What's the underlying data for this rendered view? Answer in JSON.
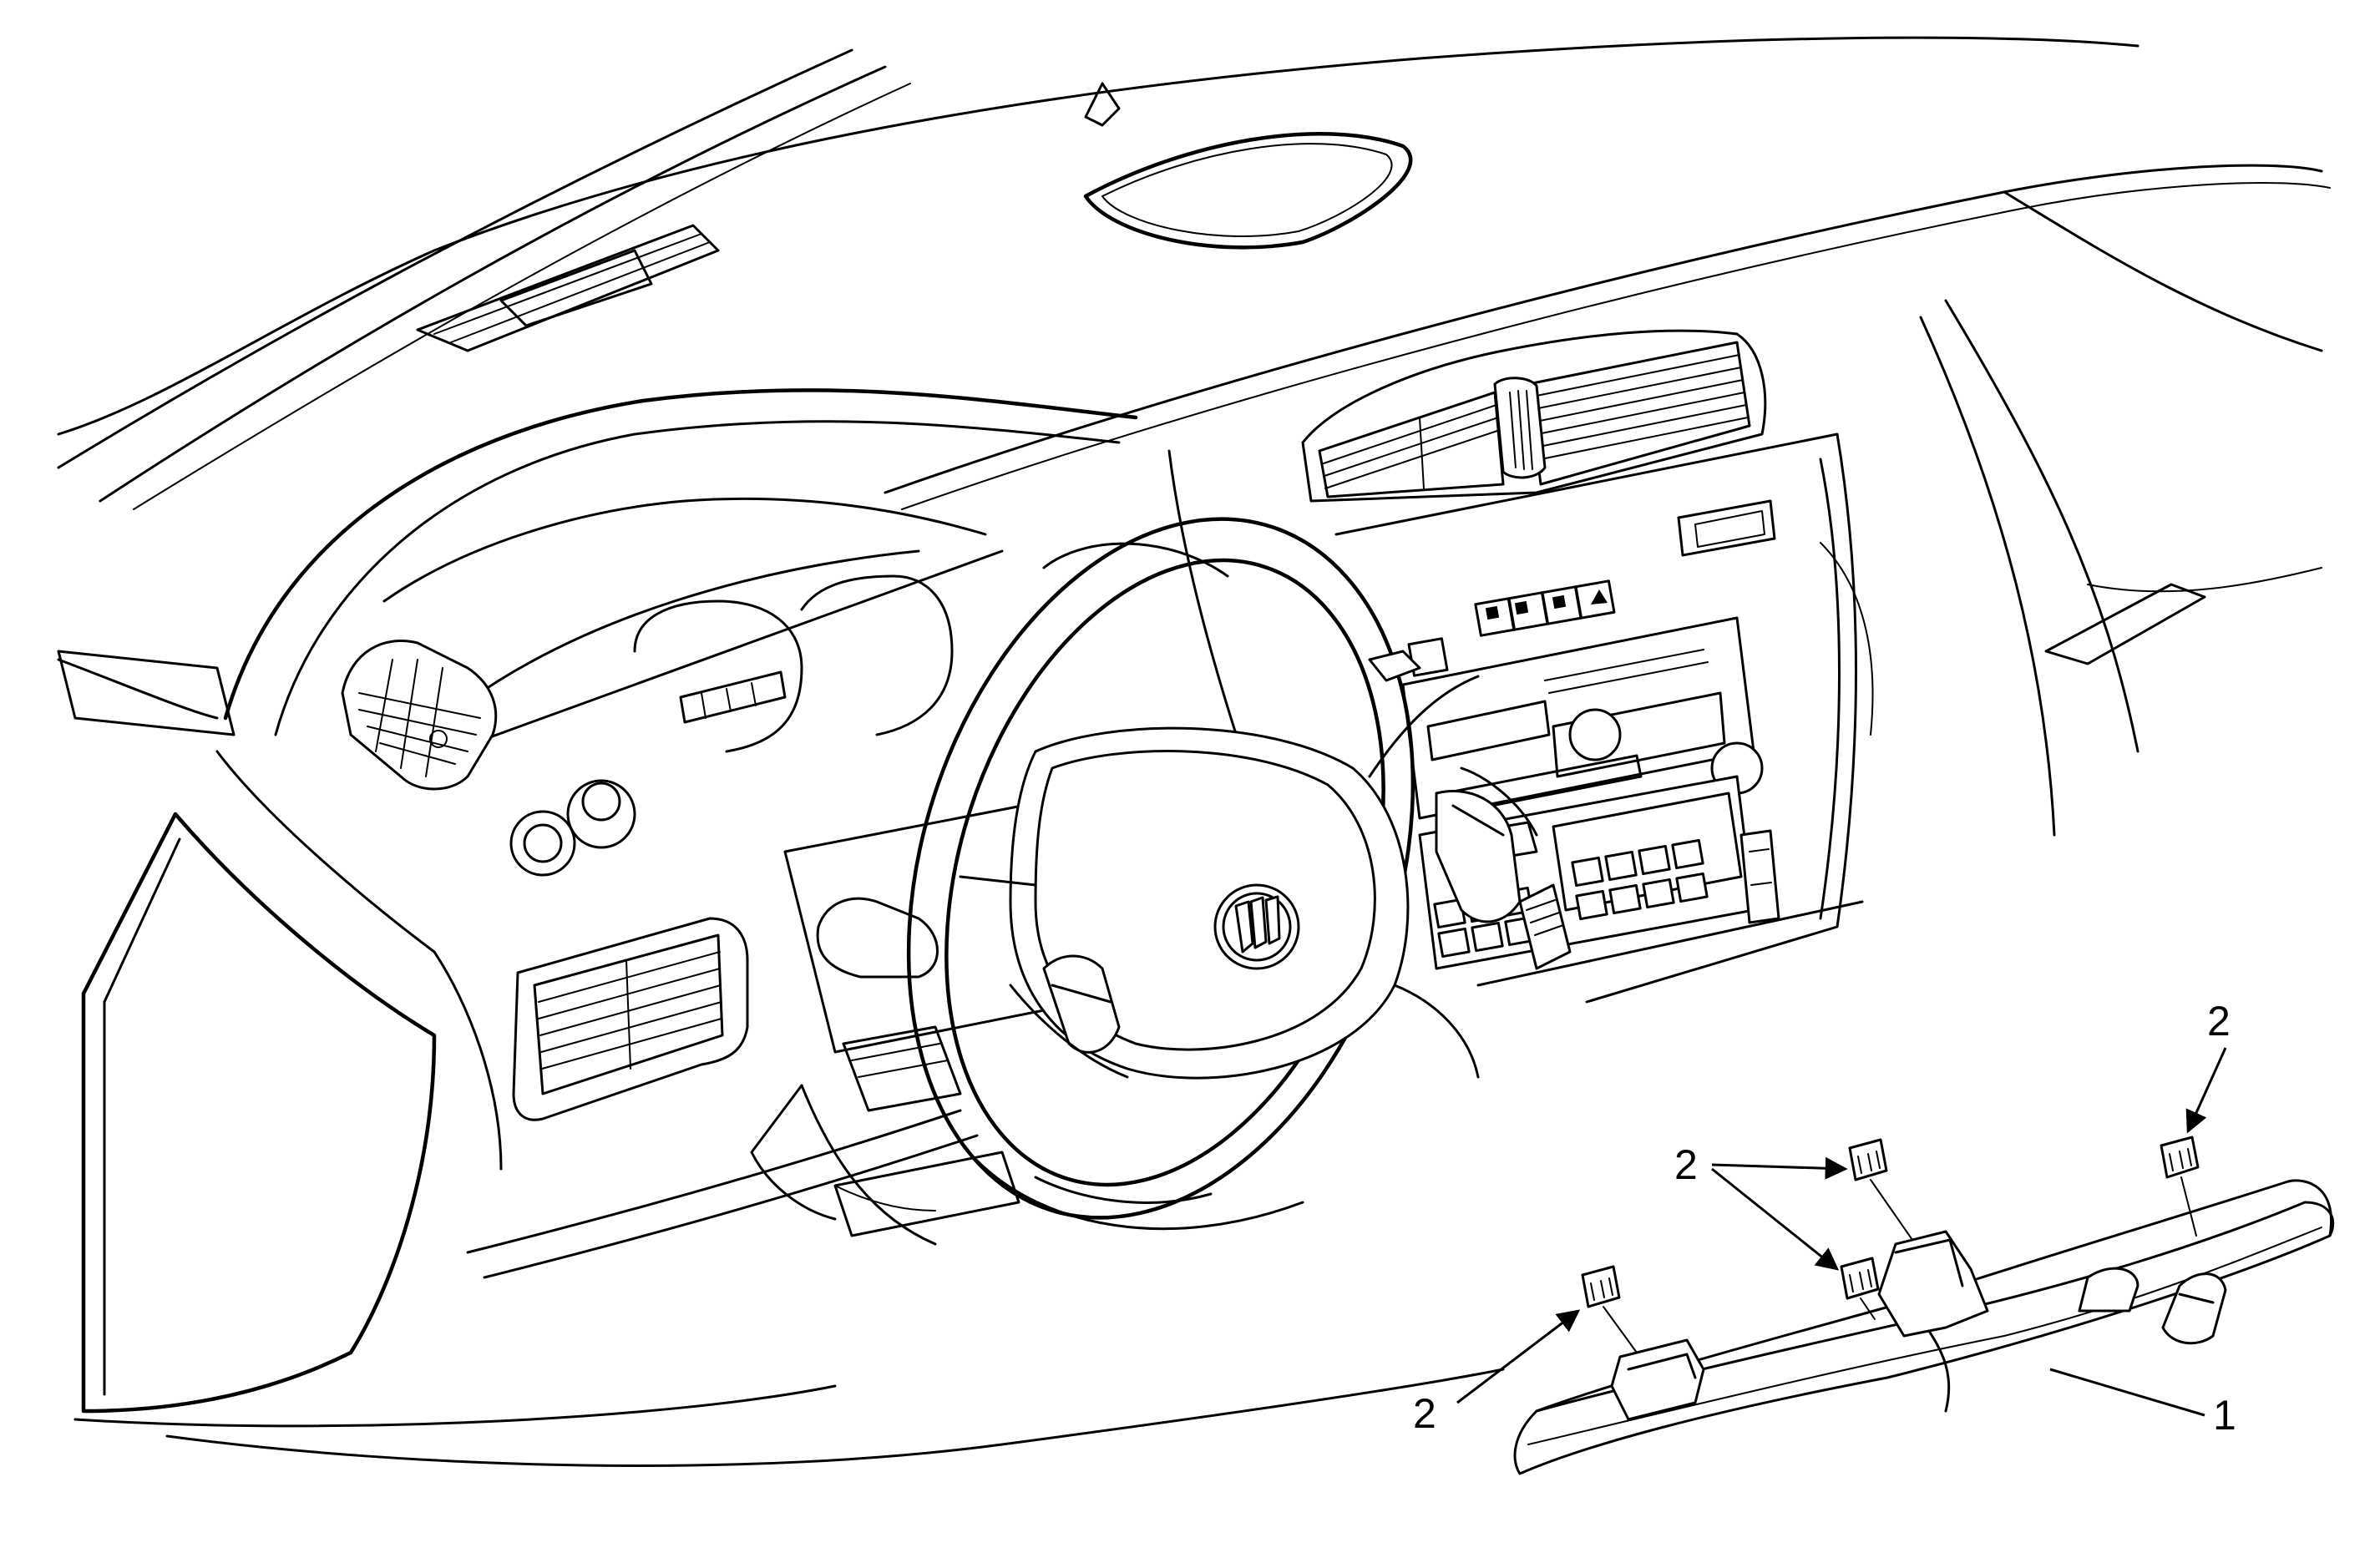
{
  "callouts": {
    "part_1": "1",
    "fastener_top_right": "2",
    "fastener_pair": "2",
    "fastener_bottom_left": "2"
  }
}
